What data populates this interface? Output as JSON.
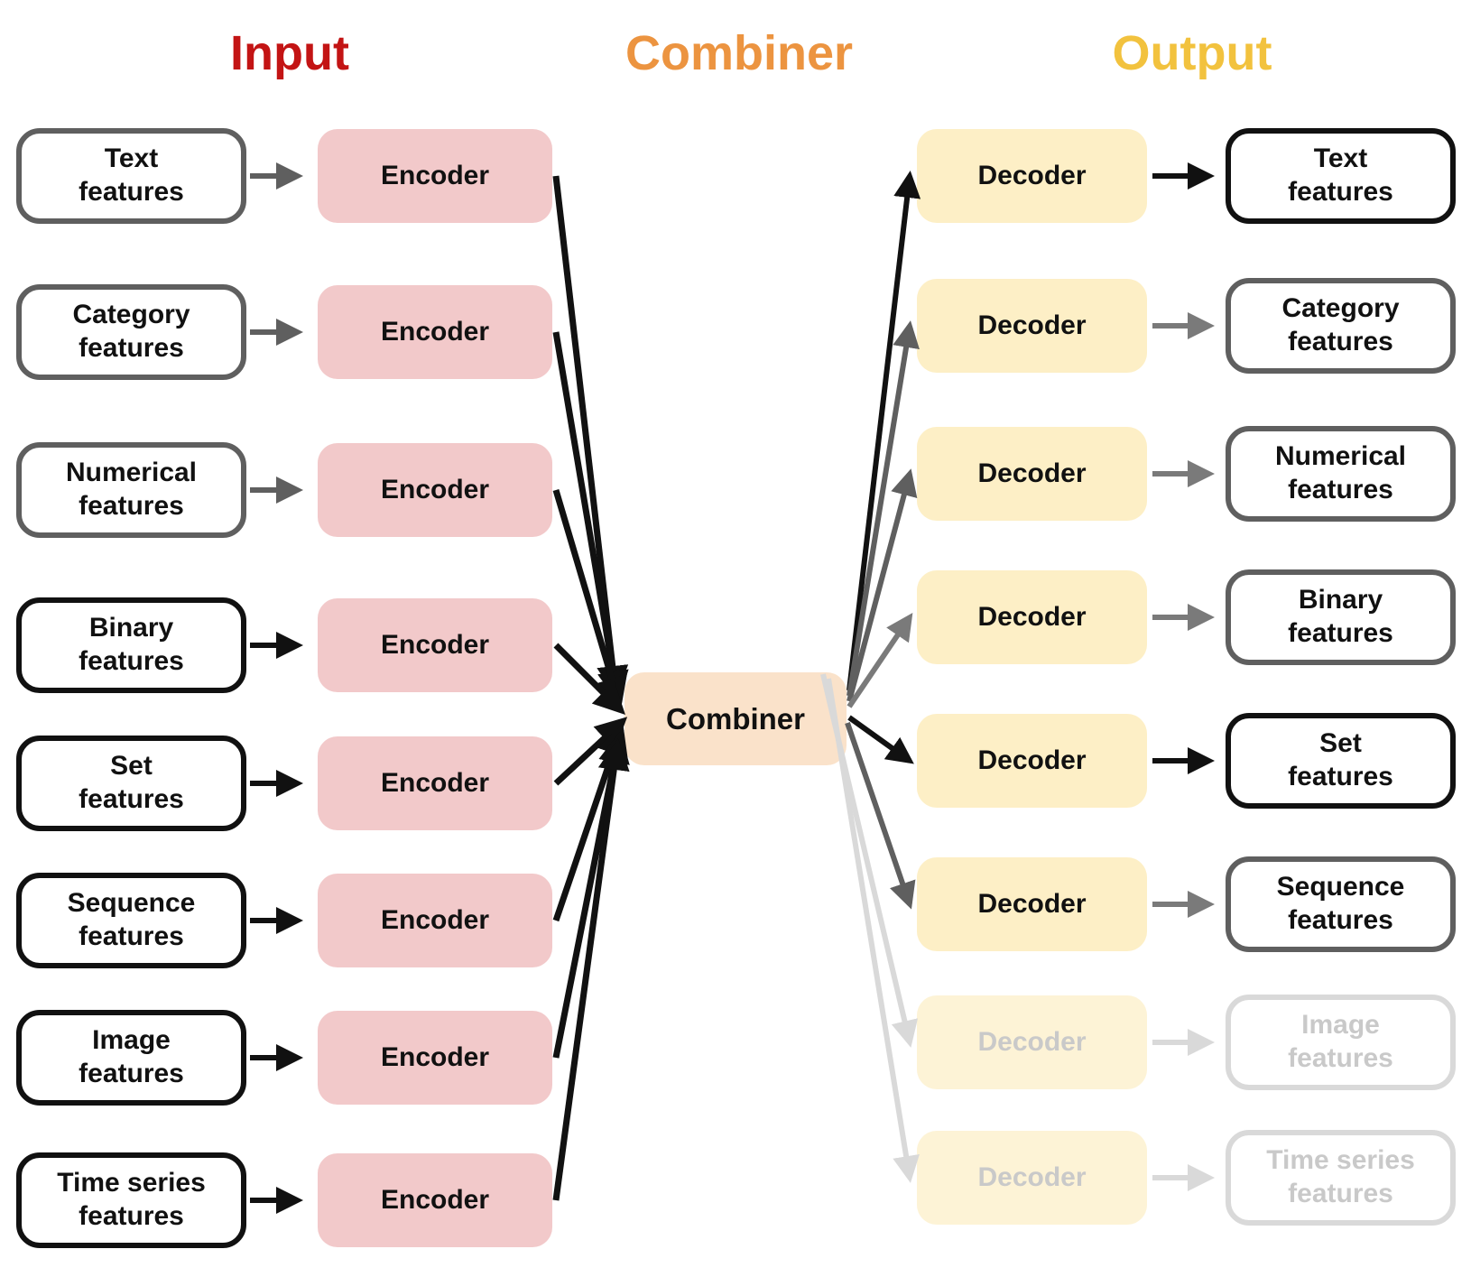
{
  "titles": {
    "input": "Input",
    "combiner": "Combiner",
    "output": "Output"
  },
  "labels": {
    "encoder": "Encoder",
    "decoder": "Decoder",
    "combiner": "Combiner"
  },
  "input_features": [
    {
      "label": "Text\nfeatures",
      "emphasis": "muted"
    },
    {
      "label": "Category\nfeatures",
      "emphasis": "muted"
    },
    {
      "label": "Numerical\nfeatures",
      "emphasis": "muted"
    },
    {
      "label": "Binary\nfeatures",
      "emphasis": "strong"
    },
    {
      "label": "Set\nfeatures",
      "emphasis": "strong"
    },
    {
      "label": "Sequence\nfeatures",
      "emphasis": "strong"
    },
    {
      "label": "Image\nfeatures",
      "emphasis": "strong"
    },
    {
      "label": "Time series\nfeatures",
      "emphasis": "strong"
    }
  ],
  "output_features": [
    {
      "label": "Text\nfeatures",
      "emphasis": "strong"
    },
    {
      "label": "Category\nfeatures",
      "emphasis": "muted"
    },
    {
      "label": "Numerical\nfeatures",
      "emphasis": "muted"
    },
    {
      "label": "Binary\nfeatures",
      "emphasis": "muted"
    },
    {
      "label": "Set\nfeatures",
      "emphasis": "strong"
    },
    {
      "label": "Sequence\nfeatures",
      "emphasis": "muted"
    },
    {
      "label": "Image\nfeatures",
      "emphasis": "faded"
    },
    {
      "label": "Time series\nfeatures",
      "emphasis": "faded"
    }
  ],
  "colors": {
    "title_input": "#c31414",
    "title_combiner": "#ec9440",
    "title_output": "#f2c23e",
    "encoder_fill": "#f2c9ca",
    "decoder_fill": "#fdefc6",
    "decoder_fill_faded": "#fdf3d6",
    "combiner_fill": "#fae2ca",
    "edge_black": "#111111",
    "edge_gray": "#5f5f5f",
    "edge_mid": "#7a7a7a",
    "edge_faded": "#d9d9d9"
  },
  "connections_note": "inputs -> encoders -> combiner -> decoders -> outputs; Image and Time series outputs are inactive (faded)"
}
